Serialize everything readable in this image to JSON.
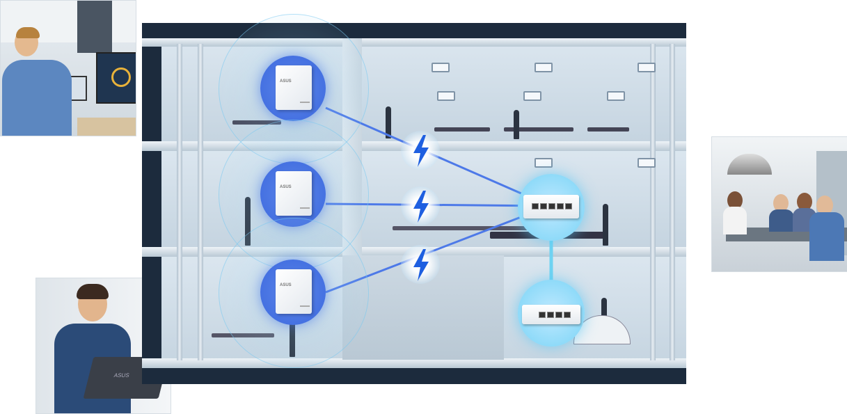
{
  "scene": {
    "accent_color": "#3b68de",
    "link_color": "#4d79e8",
    "uplink_color": "#6fd3f2",
    "building_frame_color": "#1c2b3d"
  },
  "access_points": [
    {
      "logo": "ASUS",
      "icon": "wall-access-point-icon"
    },
    {
      "logo": "ASUS",
      "icon": "wall-access-point-icon"
    },
    {
      "logo": "ASUS",
      "icon": "wall-access-point-icon"
    }
  ],
  "switches": [
    {
      "icon": "poe-switch-icon",
      "role": "main"
    },
    {
      "icon": "router-icon",
      "role": "gateway"
    }
  ],
  "photos": [
    {
      "icon": "office-worker-monitor-photo"
    },
    {
      "icon": "meeting-room-photo"
    },
    {
      "icon": "man-with-laptop-photo"
    }
  ],
  "laptop_logo": "ASUS"
}
